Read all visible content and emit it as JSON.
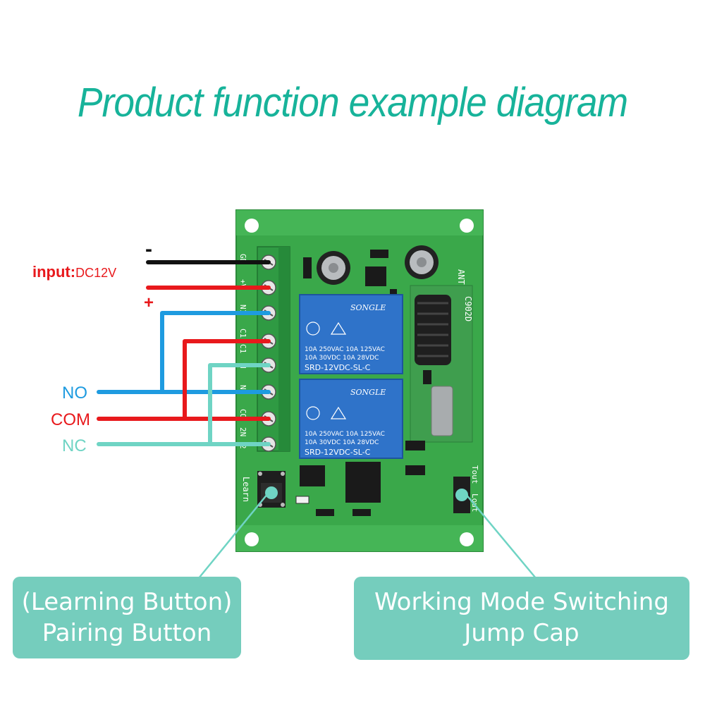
{
  "title": "Product function example diagram",
  "power": {
    "minus_label": "-",
    "plus_label": "+",
    "input_label": "input:",
    "input_value": "DC12V"
  },
  "outputs": {
    "no_label": "NO",
    "com_label": "COM",
    "nc_label": "NC"
  },
  "board": {
    "terminal_labels": [
      "GD",
      "+V",
      "N1",
      "C1",
      "C1",
      "N",
      "NC",
      "CO",
      "2N",
      "2"
    ],
    "ant_label": "ANT",
    "module_label": "C902D",
    "learn_label": "Learn",
    "mode_label_top": "Tout",
    "mode_label_bottom": "Lout",
    "relay_brand": "SONGLE",
    "relay_rating_line1": "10A 250VAC  10A 125VAC",
    "relay_rating_line2": "10A  30VDC  10A  28VDC",
    "relay_model": "SRD-12VDC-SL-C"
  },
  "callouts": {
    "left_line1": "(Learning Button)",
    "left_line2": "Pairing Button",
    "right_line1": "Working Mode Switching",
    "right_line2": "Jump Cap"
  },
  "colors": {
    "title": "#17b39a",
    "board": "#3aa84a",
    "terminal": "#2f9a43",
    "relay": "#2f73c9",
    "wire_black": "#111111",
    "wire_red": "#e8191c",
    "wire_blue": "#1e9be0",
    "wire_teal": "#6fd4c4",
    "callout": "#75cdbd"
  }
}
